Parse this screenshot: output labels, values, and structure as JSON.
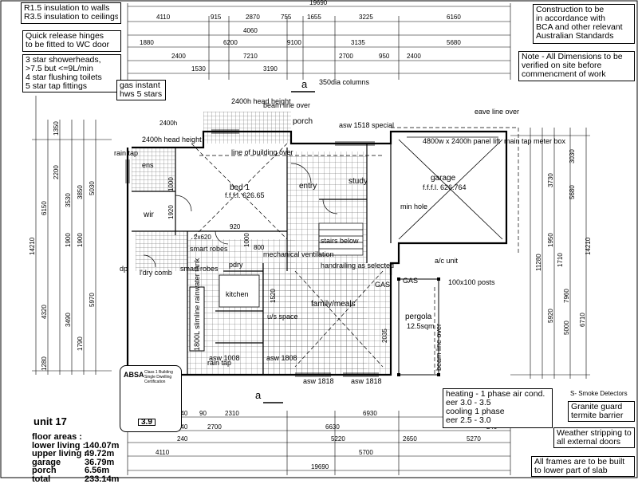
{
  "notes": {
    "insulation": [
      "R1.5 insulation to walls",
      "R3.5 insulation to ceilings"
    ],
    "hinges": [
      "Quick release hinges",
      "to be fitted to WC door"
    ],
    "fixtures": [
      "3 star showerheads,",
      ">7.5 but <=9L/min",
      "4 star flushing toilets",
      "5 star tap fittings"
    ],
    "gas": [
      "gas instant",
      "hws 5 stars"
    ],
    "construction": [
      "Construction to be",
      "in accordance with",
      "BCA and other relevant",
      "Australian Standards"
    ],
    "dimensions_note": [
      "Note - All Dimensions to be",
      "verified on site before",
      "commencment of work"
    ],
    "heating": [
      "heating - 1 phase air cond.",
      "eer 3.0 - 3.5",
      "cooling 1 phase",
      "eer 2.5 - 3.0"
    ],
    "smoke": "S- Smoke Detectors",
    "termite": [
      "Granite guard",
      "termite barrier"
    ],
    "weather": [
      "Weather stripping to",
      "all external doors"
    ],
    "frames": [
      "All frames are to be built",
      "to lower part of slab"
    ]
  },
  "unit_title": "unit 17",
  "floor_areas": {
    "heading": "floor areas :",
    "rows": [
      {
        "k": "lower living :",
        "v": "140.07m"
      },
      {
        "k": "upper living :",
        "v": "49.72m"
      },
      {
        "k": "garage",
        "v": "36.79m"
      },
      {
        "k": "porch",
        "v": "6.56m"
      },
      {
        "k": "total",
        "v": "233.14m"
      }
    ]
  },
  "badge": {
    "logo": "ABSA",
    "cert": "Class 1 Building Single Dwelling Certification",
    "rating": "3.9"
  },
  "rooms": {
    "bed": "bed 1",
    "bed_ffl": "f.f.f.l. 626.65",
    "entry": "entry",
    "study": "study",
    "porch": "porch",
    "garage": "garage",
    "garage_ffl": "f.f.f.l. 626.764",
    "family": "family/meals",
    "pergola": "pergola",
    "pergola_area": "12.5sqm",
    "wir": "wir",
    "ens": "ens",
    "kitchen": "kitchen",
    "pdry": "pdry",
    "ldry": "l'dry comb"
  },
  "labels": {
    "line_of_building_over": "line of building over",
    "beam_line_over": "beam line over",
    "eave_line_over": "eave line over",
    "columns": "350dia columns",
    "head1": "2400h head height",
    "asw_head": "asw 1518 special",
    "head_left": "2400h head height",
    "panel_lift": "4800w x 2400h panel lift",
    "main_tap": "main tap meter box",
    "rain_tap": "rain tap",
    "rain_tap2": "rain tap",
    "min_hole": "min hole",
    "stairs_below": "stairs below",
    "handrailing": "handrailing as selected",
    "mech_vent": "mechanical ventilation",
    "smart_robes": "smart robes",
    "smart_robes2": "smart robes",
    "ac_unit": "a/c unit",
    "gas1": "GAS",
    "gas2": "GAS",
    "posts": "100x100 posts",
    "beam_line_over_v": "beam line over",
    "rainwater": "1800L slimline rainwater tank",
    "asw1008": "asw 1008",
    "asw1808": "asw 1808",
    "asw1818a": "asw 1818",
    "asw1818b": "asw 1818",
    "sec_a": "a",
    "sec_a2": "a",
    "under_stair": "u/s space",
    "dp": "dp"
  },
  "dims_top": [
    "19690",
    "4110",
    "915",
    "2870",
    "755",
    "1655",
    "3225",
    "6160",
    "4060",
    "1880",
    "6200",
    "9100",
    "3135",
    "5680",
    "2400",
    "7210",
    "2700",
    "950",
    "2400",
    "1530",
    "3190"
  ],
  "dims_bottom": [
    "2310",
    "6930",
    "2700",
    "6630",
    "5220",
    "2650",
    "5270",
    "4110",
    "5700",
    "19690",
    "240",
    "90",
    "240",
    "240",
    "240"
  ],
  "dims_left": [
    "14210",
    "6150",
    "4320",
    "1280",
    "1350",
    "2200",
    "3530",
    "1900",
    "3850",
    "1900",
    "5030",
    "5970",
    "3490",
    "1790"
  ],
  "dims_right": [
    "14210",
    "11280",
    "5680",
    "3730",
    "1950",
    "5920",
    "7960",
    "6710",
    "5000",
    "3030",
    "1710"
  ],
  "dims_inner": [
    "2400h",
    "1000",
    "1920",
    "920",
    "1520",
    "2035",
    "2x620",
    "800",
    "1000"
  ]
}
